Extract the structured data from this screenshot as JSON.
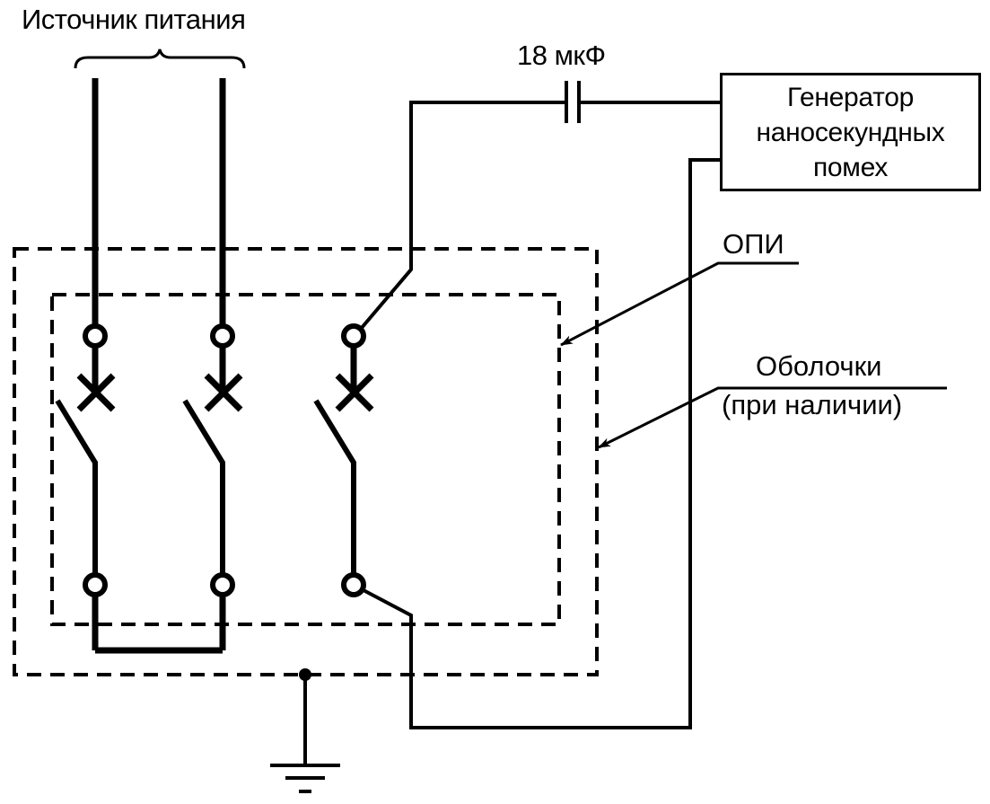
{
  "diagram": {
    "power_source_label": "Источник питания",
    "capacitor_label": "18 мкФ",
    "generator": {
      "lines": [
        "Генератор",
        "наносекундных",
        "помех"
      ]
    },
    "opi_label": "ОПИ",
    "enclosure_label": [
      "Оболочки",
      "(при наличии)"
    ],
    "components": {
      "poles": 3,
      "terminals_top": 3,
      "terminals_bottom": 3,
      "contact_symbols": [
        "x-contact",
        "x-contact",
        "x-contact"
      ],
      "switches": [
        "open-switch",
        "open-switch",
        "open-switch"
      ],
      "ground_symbol": "earth-ground-icon",
      "capacitor_symbol": "capacitor-icon",
      "inner_boundary": "dashed (ОПИ)",
      "outer_boundary": "dashed (Оболочки)"
    },
    "line_color": "#000000",
    "background_color": "#ffffff"
  }
}
